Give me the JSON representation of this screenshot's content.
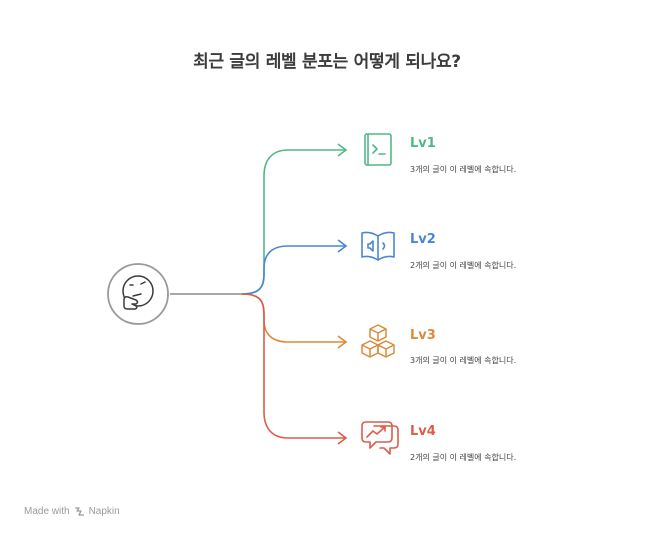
{
  "title": "최근 글의 레벨 분포는 어떻게 되나요?",
  "center_icon": "thinking-face-icon",
  "levels": [
    {
      "label": "Lv1",
      "desc": "3개의 글이 이 레벨에 속합니다.",
      "icon": "terminal-book-icon",
      "color": "#4fb986"
    },
    {
      "label": "Lv2",
      "desc": "2개의 글이 이 레벨에 속합니다.",
      "icon": "audio-book-icon",
      "color": "#4a86d6"
    },
    {
      "label": "Lv3",
      "desc": "3개의 글이 이 레벨에 속합니다.",
      "icon": "cubes-icon",
      "color": "#dd8a3c"
    },
    {
      "label": "Lv4",
      "desc": "2개의 글이 이 레벨에 속합니다.",
      "icon": "chart-message-icon",
      "color": "#dc5d4a"
    }
  ],
  "trunk_color": "#8a8a8a",
  "footer": {
    "made_with": "Made with",
    "brand": "Napkin"
  }
}
